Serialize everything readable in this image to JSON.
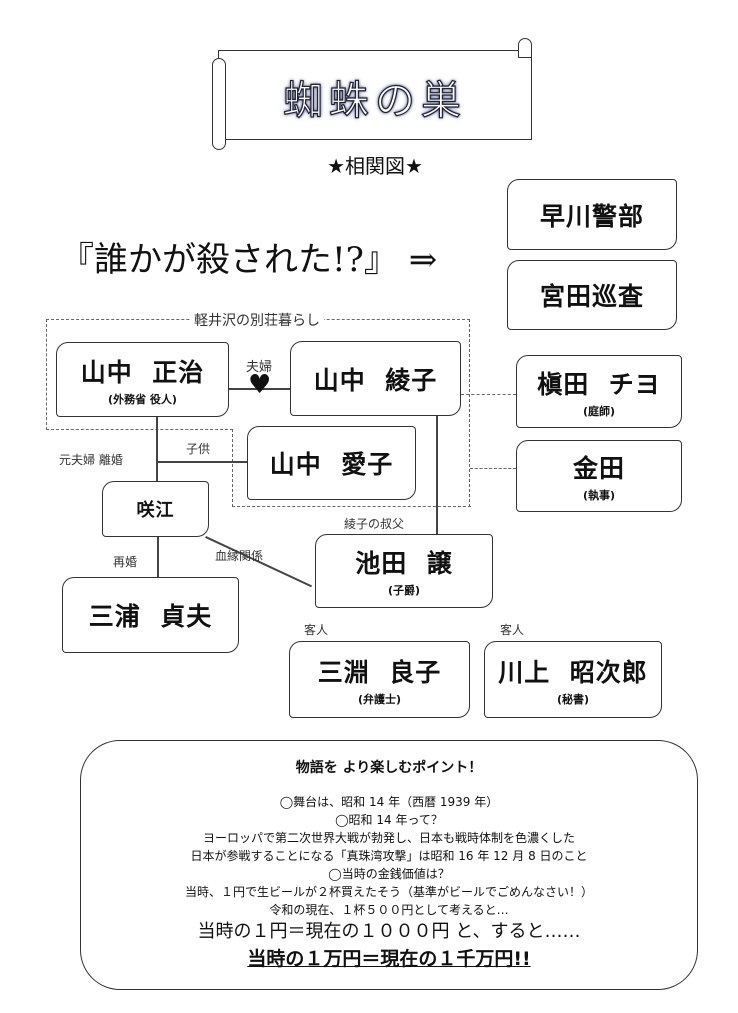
{
  "title": {
    "main": "蜘蛛の巣",
    "sub": "★相関図★"
  },
  "headline": {
    "text": "『誰かが殺された!?』",
    "arrow": "⇒"
  },
  "police": [
    {
      "name": "早川警部"
    },
    {
      "name": "宮田巡査"
    }
  ],
  "group_label": "軽井沢の別荘暮らし",
  "people": {
    "masaharu": {
      "name": "山中  正治",
      "role": "(外務省 役人)"
    },
    "ayako": {
      "name": "山中  綾子"
    },
    "aiko": {
      "name": "山中  愛子"
    },
    "sakie": {
      "name": "咲江"
    },
    "miura": {
      "name": "三浦  貞夫"
    },
    "ikeda": {
      "name": "池田  譲",
      "role": "(子爵)"
    },
    "makita": {
      "name": "槇田  チヨ",
      "role": "(庭師)"
    },
    "kaneda": {
      "name": "金田",
      "role": "(執事)"
    },
    "mibuchi": {
      "name": "三淵  良子",
      "role": "(弁護士)"
    },
    "kawakami": {
      "name": "川上  昭次郎",
      "role": "(秘書)"
    }
  },
  "relations": {
    "couple": "夫婦",
    "heart": "♥",
    "child": "子供",
    "ex": "元夫婦  離婚",
    "remarry": "再婚",
    "blood": "血縁関係",
    "uncle": "綾子の叔父",
    "guest1": "客人",
    "guest2": "客人"
  },
  "points": {
    "heading": "物語を  より楽しむポイント！",
    "lines": [
      "◯舞台は、昭和 14 年（西暦 1939 年）",
      "◯昭和 14 年って？",
      "ヨーロッパで第二次世界大戦が勃発し、日本も戦時体制を色濃くした",
      "日本が参戦することになる「真珠湾攻撃」は昭和 16 年 12 月 8 日のこと",
      "◯当時の金銭価値は？",
      "当時、１円で生ビールが２杯買えたそう（基準がビールでごめんなさい！）",
      "令和の現在、１杯５００円として考えると…"
    ],
    "big": "当時の１円＝現在の１０００円  と、すると……",
    "bigger": "当時の１万円＝現在の１千万円!!"
  }
}
